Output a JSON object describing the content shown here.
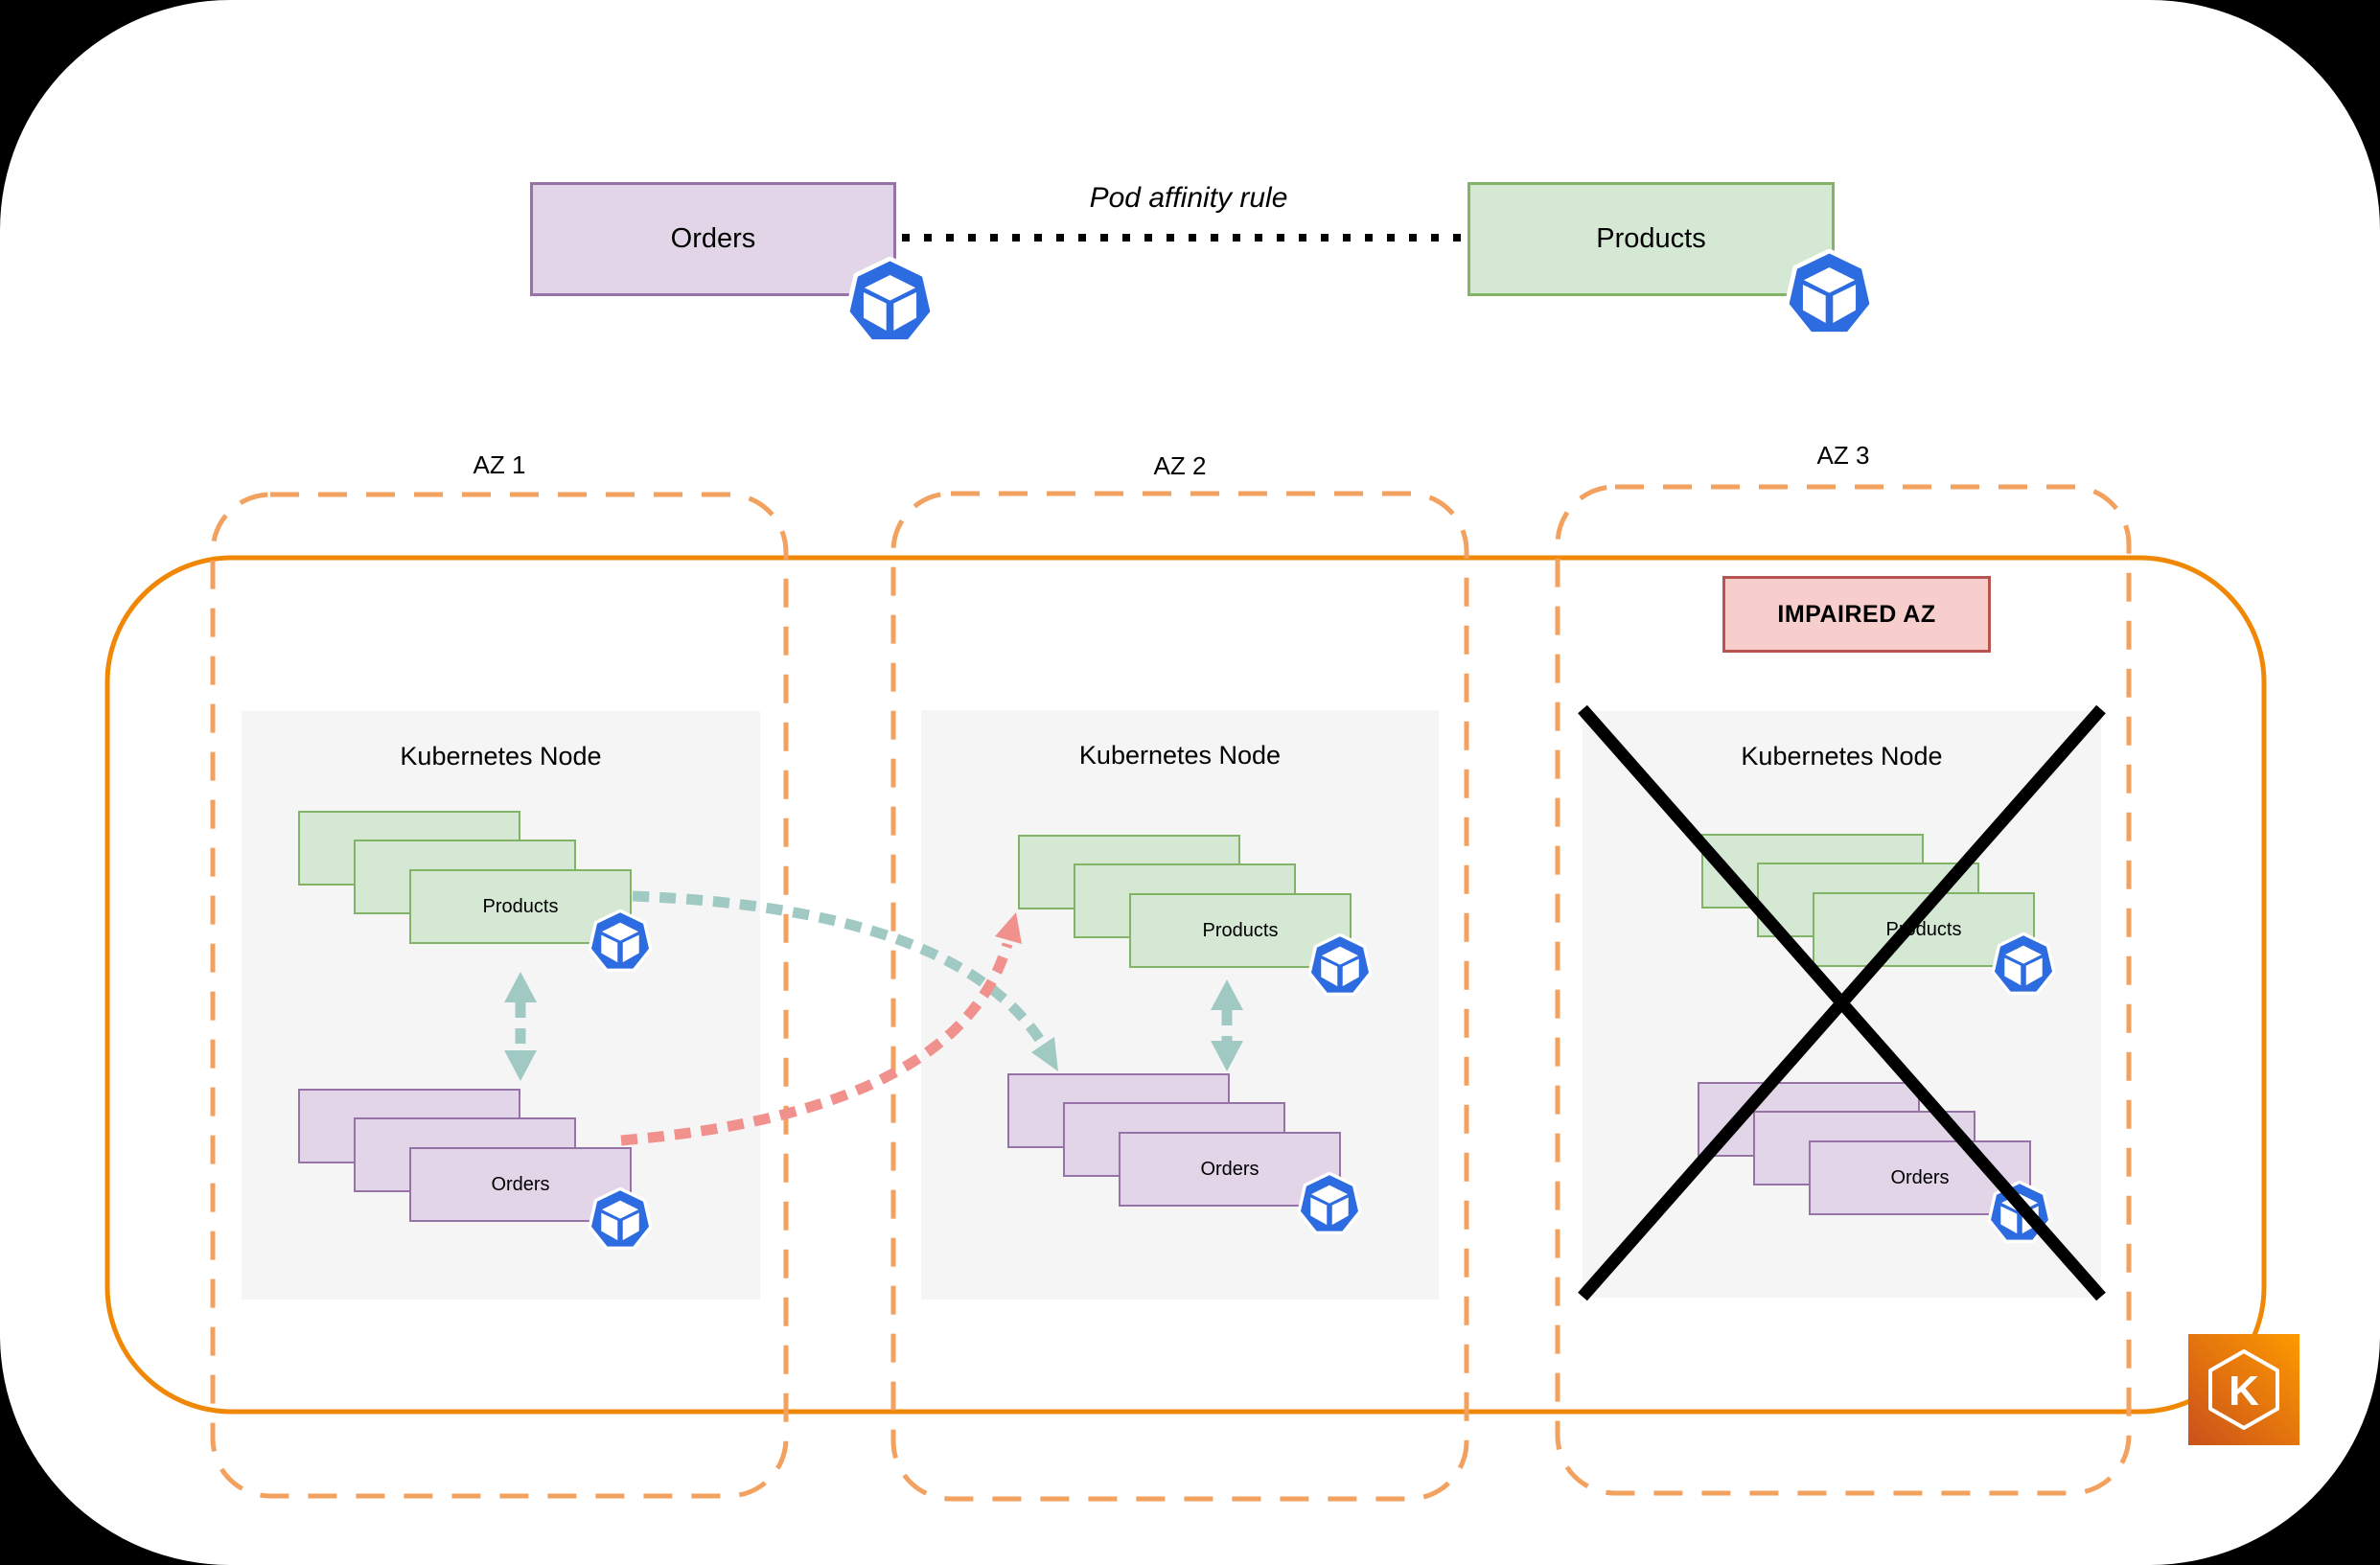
{
  "title_row": {
    "orders_label": "Orders",
    "affinity_label": "Pod affinity rule",
    "products_label": "Products"
  },
  "zones": [
    {
      "label": "AZ 1",
      "node_title": "Kubernetes Node",
      "products_label": "Products",
      "orders_label": "Orders"
    },
    {
      "label": "AZ 2",
      "node_title": "Kubernetes Node",
      "products_label": "Products",
      "orders_label": "Orders"
    },
    {
      "label": "AZ 3",
      "node_title": "Kubernetes Node",
      "products_label": "Products",
      "orders_label": "Orders",
      "impaired_label": "IMPAIRED AZ"
    }
  ],
  "eks_icon_letter": "K",
  "icons": {
    "pod": "kubernetes-pod-icon",
    "eks": "amazon-eks-icon"
  },
  "colors": {
    "orders_fill": "#E1D5E7",
    "orders_stroke": "#9673A6",
    "products_fill": "#D5E8D4",
    "products_stroke": "#82B366",
    "node_fill": "#F5F5F5",
    "az_boundary_dashed": "#F2A15F",
    "eks_cluster_solid": "#F08705",
    "affinity_arrow_teal": "#9FC9C2",
    "cross_az_arrow_red": "#F0918E",
    "impaired_fill": "#F8CECC",
    "impaired_stroke": "#B85450",
    "pod_icon_blue": "#2D6BE0",
    "affinity_rule_line": "#000000",
    "impaired_cross": "#000000"
  }
}
